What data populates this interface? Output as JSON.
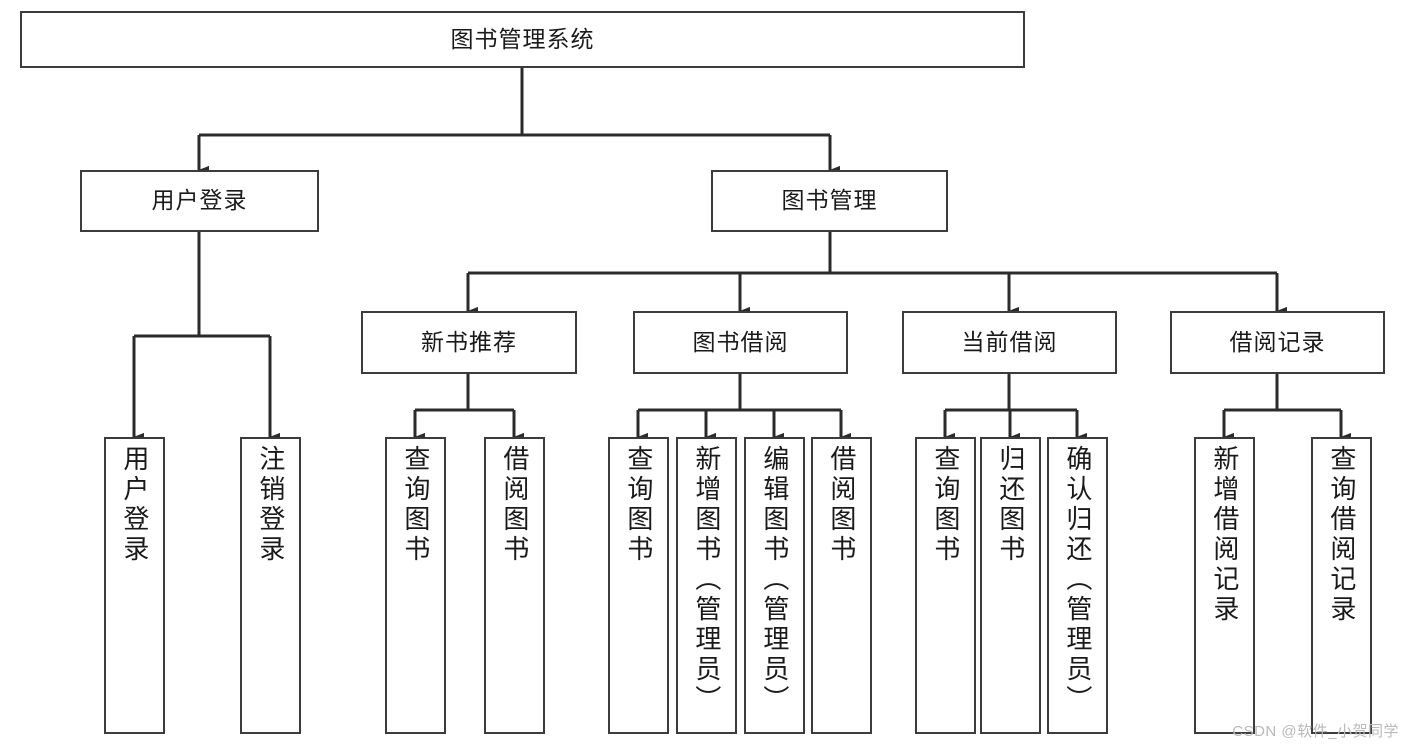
{
  "diagram": {
    "title": "图书管理系统",
    "type": "tree-hierarchy",
    "root": {
      "label": "图书管理系统"
    },
    "level2": [
      {
        "label": "用户登录"
      },
      {
        "label": "图书管理"
      }
    ],
    "level3": [
      {
        "label": "新书推荐"
      },
      {
        "label": "图书借阅"
      },
      {
        "label": "当前借阅"
      },
      {
        "label": "借阅记录"
      }
    ],
    "leaves": {
      "user_login": [
        {
          "label": "用户登录"
        },
        {
          "label": "注销登录"
        }
      ],
      "new_book_recommend": [
        {
          "label": "查询图书"
        },
        {
          "label": "借阅图书"
        }
      ],
      "book_borrow": [
        {
          "label": "查询图书"
        },
        {
          "label": "新增图书（管理员）"
        },
        {
          "label": "编辑图书（管理员）"
        },
        {
          "label": "借阅图书"
        }
      ],
      "current_borrow": [
        {
          "label": "查询图书"
        },
        {
          "label": "归还图书"
        },
        {
          "label": "确认归还（管理员）"
        }
      ],
      "borrow_record": [
        {
          "label": "新增借阅记录"
        },
        {
          "label": "查询借阅记录"
        }
      ]
    }
  },
  "watermark": {
    "text": "CSDN @软件_小贺同学"
  },
  "colors": {
    "box_border": "#3c3c3c",
    "box_fill": "#ffffff",
    "connector": "#2b2b2b",
    "text": "#1a1a1a",
    "watermark": "#b9b9b9"
  }
}
